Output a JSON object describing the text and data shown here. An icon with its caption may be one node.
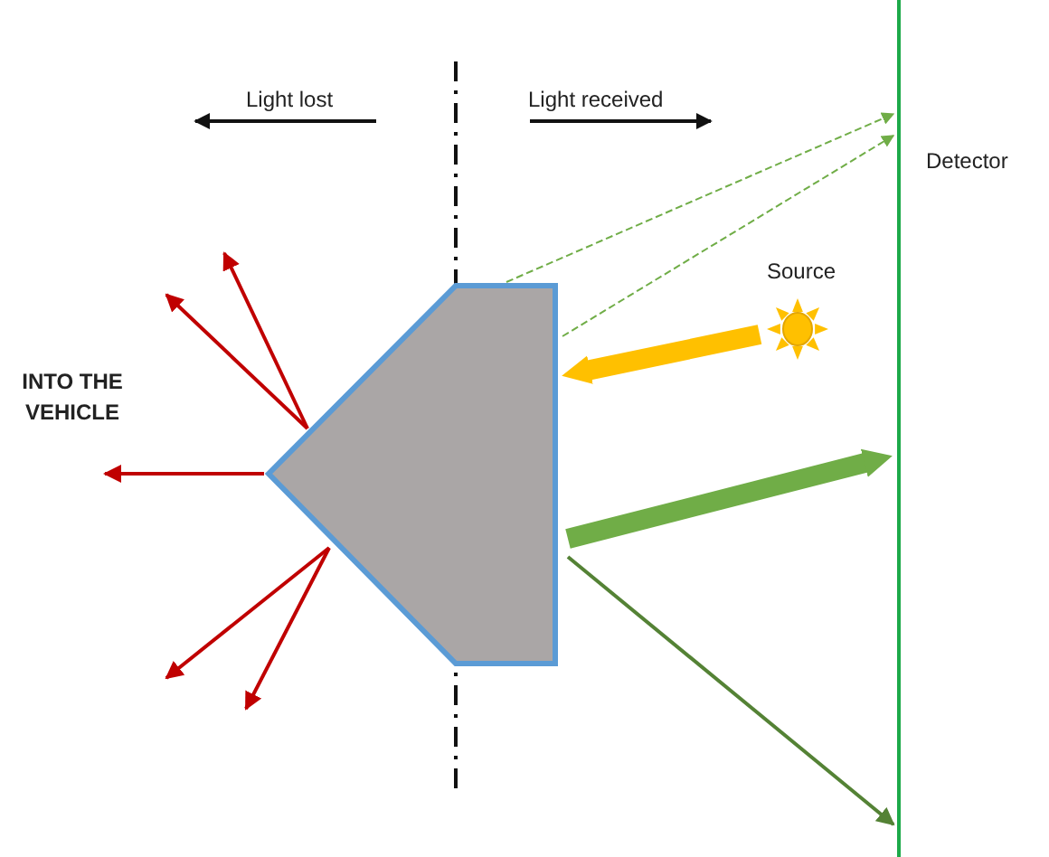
{
  "diagram": {
    "nodes": [
      {
        "text": [],
        "shape": "pentagon"
      },
      {
        "text": [],
        "shape": "bar",
        "beside": [
          "Detector"
        ]
      },
      {
        "text": [],
        "shape": "sun",
        "beside": [
          "Source"
        ]
      }
    ],
    "edges": [
      {
        "from": 0,
        "to": null,
        "arrow": "to"
      },
      {
        "from": 0,
        "to": null,
        "arrow": "to"
      },
      {
        "from": 0,
        "to": null,
        "arrow": "to"
      },
      {
        "from": 0,
        "to": null,
        "arrow": "to"
      },
      {
        "from": 0,
        "to": null,
        "arrow": "to"
      },
      {
        "from": 0,
        "to": 1,
        "arrow": "to",
        "style": "dashed",
        "color": "#70ad47"
      },
      {
        "from": 0,
        "to": 1,
        "arrow": "to",
        "style": "dashed",
        "color": "#70ad47"
      },
      {
        "from": 2,
        "to": 0,
        "arrow": "to",
        "style": "thick",
        "color": "#ffc000"
      },
      {
        "from": 0,
        "to": 1,
        "arrow": "to",
        "style": "thick",
        "color": "#70ad47"
      },
      {
        "from": 0,
        "to": 1,
        "arrow": "to",
        "color": "#548235"
      }
    ],
    "labels": [
      "Light lost",
      "Light received",
      "INTO THE VEHICLE"
    ]
  }
}
